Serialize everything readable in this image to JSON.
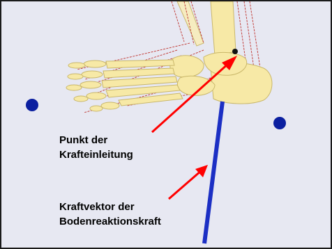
{
  "annotations": {
    "contact_point": {
      "line1": "Punkt der",
      "line2": "Krafteinleitung"
    },
    "force_vector": {
      "line1": "Kraftvektor der",
      "line2": "Bodenreaktionskraft"
    }
  },
  "colors": {
    "background": "#e7e8f2",
    "bone": "#f7e9a6",
    "bone_outline": "#c9b76a",
    "muscle": "#c2423e",
    "marker": "#0b1fa0",
    "force_vector": "#1c2fc4",
    "arrow": "#ff0000"
  }
}
